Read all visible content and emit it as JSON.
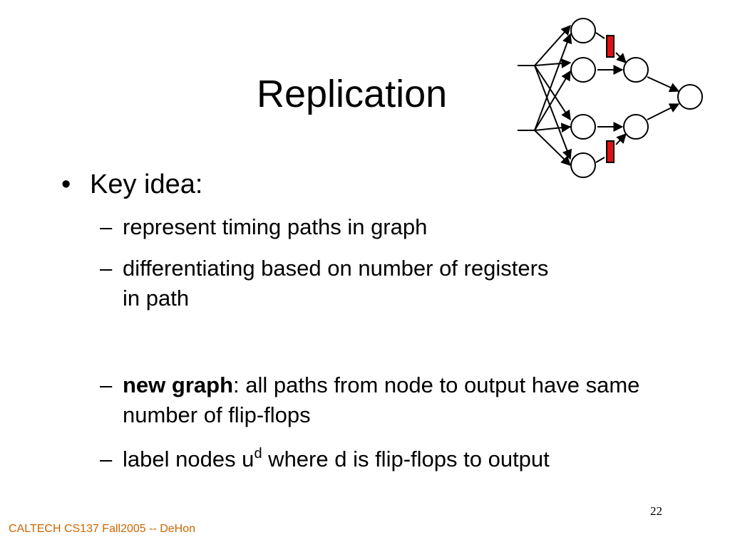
{
  "slide": {
    "title": "Replication",
    "bullet": {
      "marker": "•",
      "text": "Key idea:"
    },
    "subitems": [
      {
        "dash": "–",
        "text": "represent timing paths in graph"
      },
      {
        "dash": "–",
        "text": "differentiating based on number of registers in path"
      },
      {
        "dash": "–",
        "bold": "new graph",
        "text": ": all paths from node to output have same number of flip-flops"
      },
      {
        "dash": "–",
        "text_before": "label nodes u",
        "sup": "d",
        "text_after": " where d is flip-flops to output"
      }
    ],
    "page_number": "22",
    "footer": "CALTECH CS137 Fall2005 -- DeHon"
  },
  "colors": {
    "footer": "#cc6600",
    "register_fill": "#e01010",
    "text": "#000000"
  }
}
